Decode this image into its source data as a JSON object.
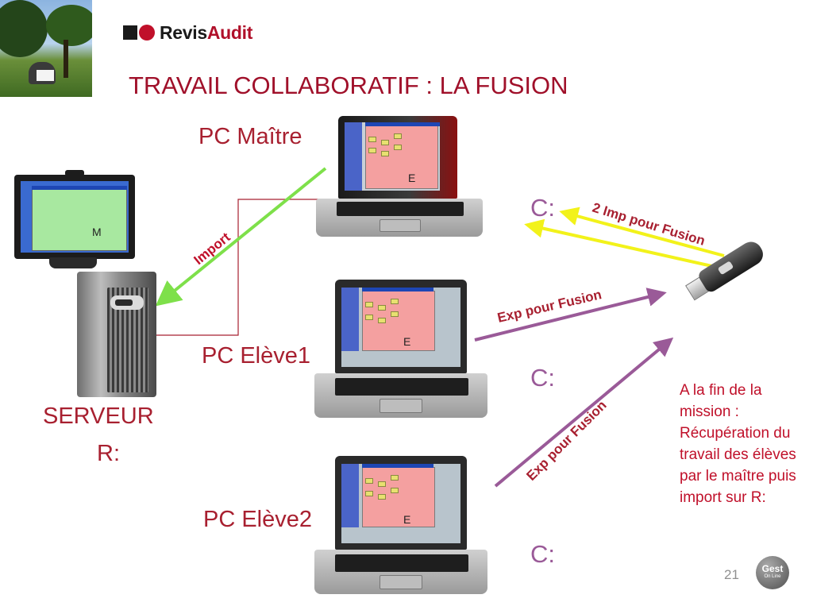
{
  "header": {
    "logo_part1": "Revis",
    "logo_part2": "Audit",
    "title": "TRAVAIL COLLABORATIF : LA FUSION"
  },
  "machines": {
    "pc_master_label": "PC Maître",
    "pc_student1_label": "PC Elève1",
    "pc_student2_label": "PC Elève2",
    "server_label": "SERVEUR",
    "server_drive": "R:",
    "monitor_letter": "M",
    "laptop_letter": "E",
    "drive_c": "C:"
  },
  "arrows": {
    "import_label": "Import",
    "imp_fusion_label": "2 Imp pour Fusion",
    "exp_fusion_label_1": "Exp pour Fusion",
    "exp_fusion_label_2": "Exp pour Fusion",
    "colors": {
      "import": "#7ee04a",
      "imp_fusion": "#f2f21a",
      "exp_fusion": "#9a5a98",
      "link_line": "#a82030",
      "label_red": "#c0102a"
    }
  },
  "note": {
    "text": "A la fin de la mission : Récupération du travail des élèves par le maître puis import sur R:"
  },
  "footer": {
    "page_number": "21",
    "badge_line1": "Gest",
    "badge_line2": "On Line"
  },
  "icons": [
    "revisaudit-logo",
    "laptop-icon",
    "server-tower-icon",
    "monitor-icon",
    "usb-key-icon",
    "gest-online-logo"
  ]
}
